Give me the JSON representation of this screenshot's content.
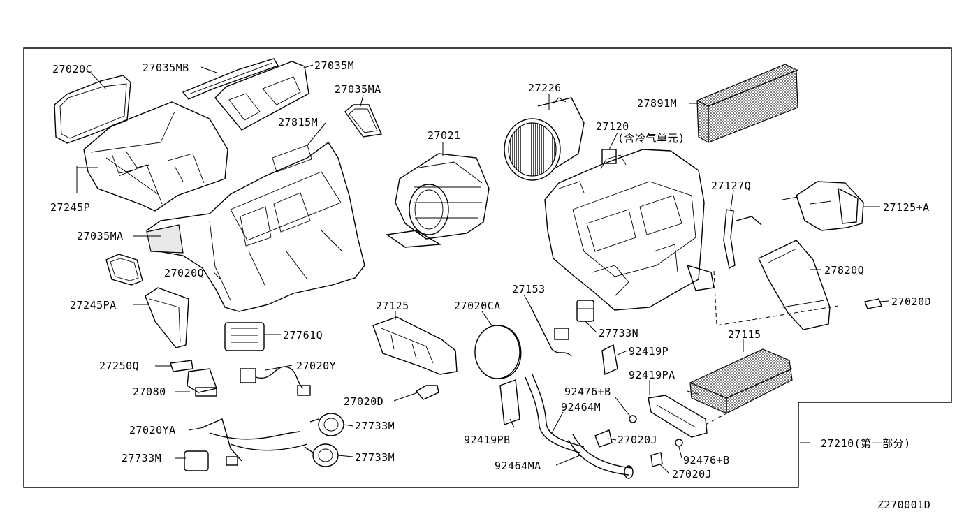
{
  "diagram_id": "Z270001D",
  "labels": {
    "l27020C": "27020C",
    "l27035MB": "27035MB",
    "l27035M": "27035M",
    "l27035MA_top": "27035MA",
    "l27815M": "27815M",
    "l27245P": "27245P",
    "l27035MA_left": "27035MA",
    "l27020Q": "27020Q",
    "l27245PA": "27245PA",
    "l27761Q": "27761Q",
    "l27250Q": "27250Q",
    "l27020Y": "27020Y",
    "l27080": "27080",
    "l27020YA": "27020YA",
    "l27733M_a": "27733M",
    "l27733M_b": "27733M",
    "l27733M_c": "27733M",
    "l27021": "27021",
    "l27226": "27226",
    "l27891M": "27891M",
    "l27120": "27120",
    "l27120_note": "(含冷气单元)",
    "l27127Q": "27127Q",
    "l27125A": "27125+A",
    "l27820Q": "27820Q",
    "l27020D_right": "27020D",
    "l27125": "27125",
    "l27020CA": "27020CA",
    "l27153": "27153",
    "l27733N": "27733N",
    "l92419P": "92419P",
    "l27115": "27115",
    "l92419PA": "92419PA",
    "l92476B_a": "92476+B",
    "l92464M": "92464M",
    "l27020D_mid": "27020D",
    "l92419PB": "92419PB",
    "l27020J_a": "27020J",
    "l92476B_b": "92476+B",
    "l27210": "27210(第一部分)",
    "l92464MA": "92464MA",
    "l27020J_b": "27020J"
  }
}
